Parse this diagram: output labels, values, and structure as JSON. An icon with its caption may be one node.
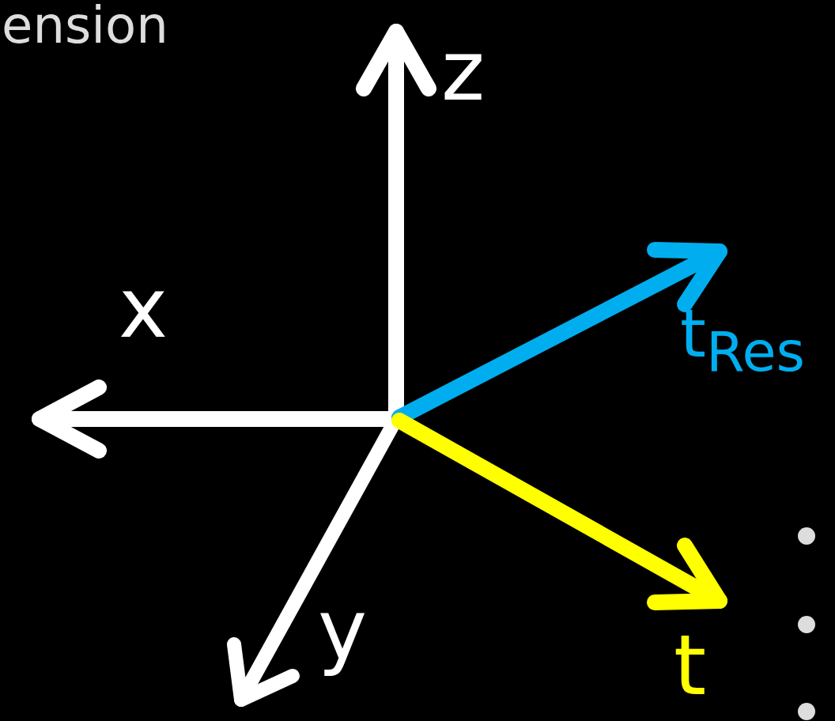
{
  "diagram": {
    "labels": [
      "ension",
      "z",
      "x",
      "t$_{Res}$",
      "y",
      "t"
    ]
  }
}
